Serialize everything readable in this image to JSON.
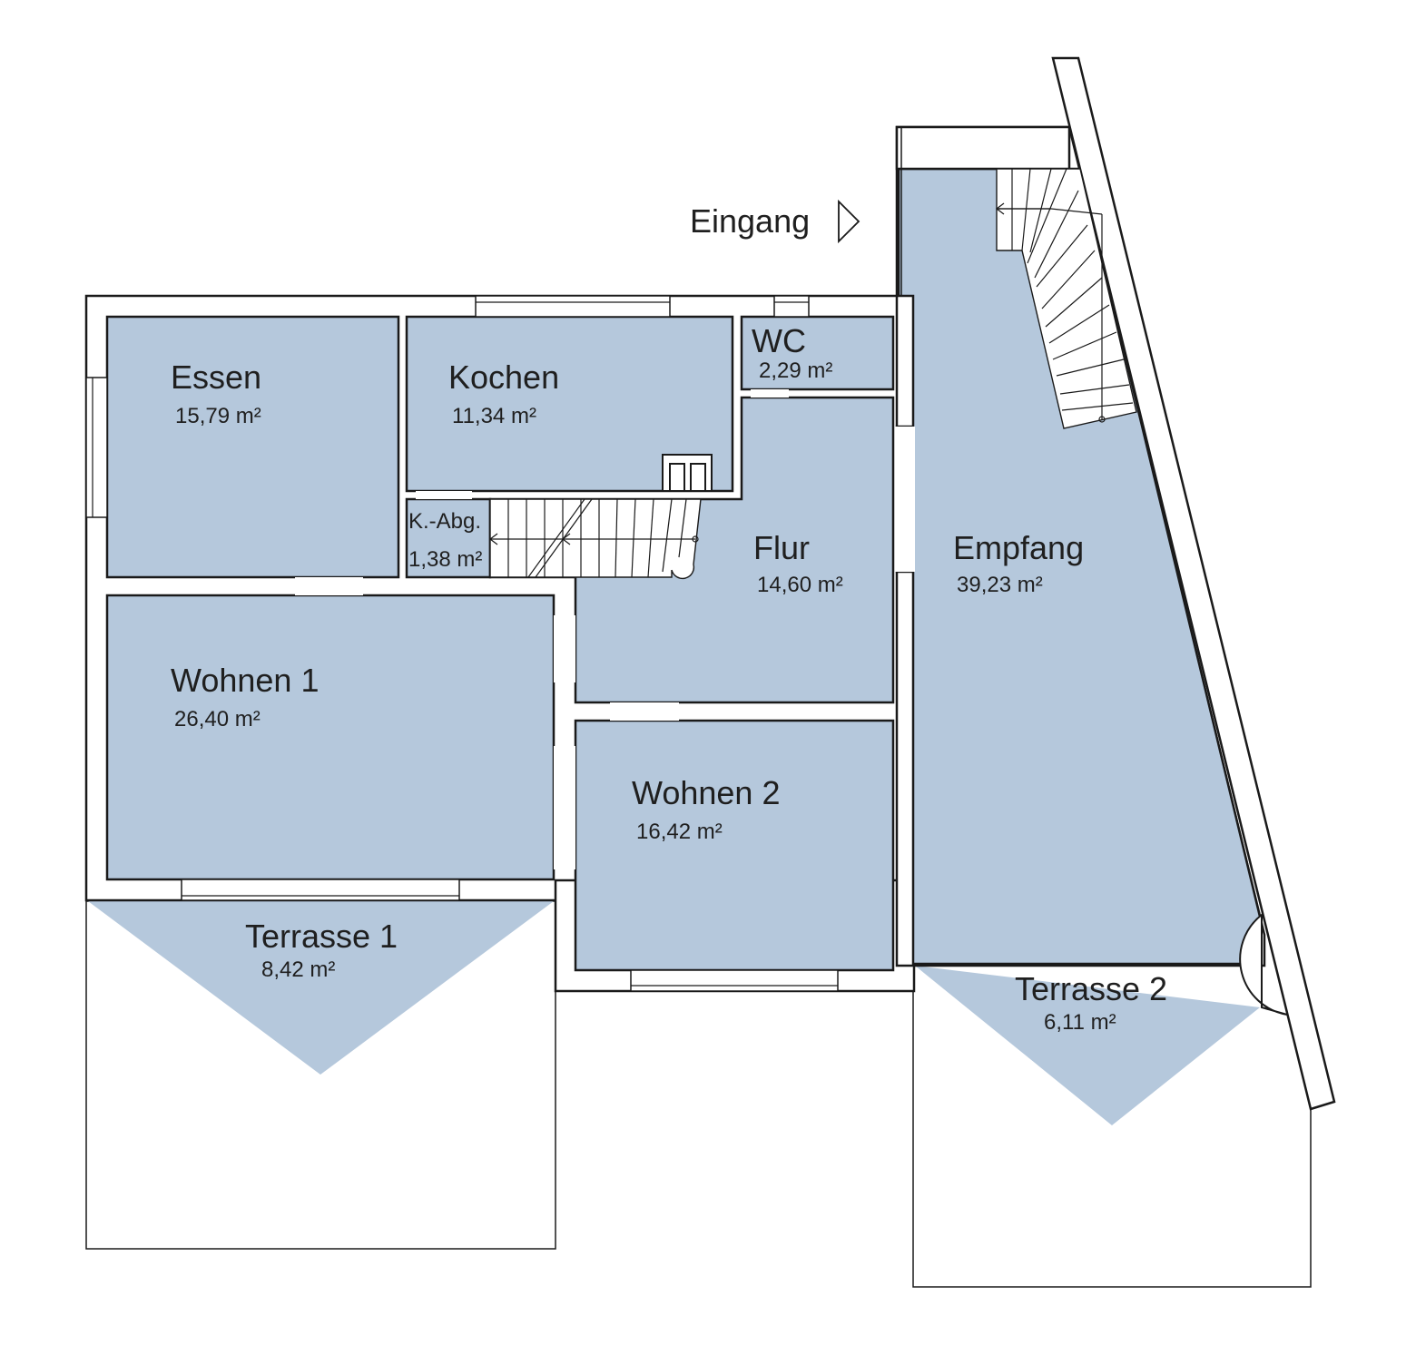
{
  "colors": {
    "room_fill": "#b5c8dc",
    "wall_fill": "#ffffff",
    "line": "#1a1a1a"
  },
  "entrance": {
    "label": "Eingang",
    "icon": "triangle-arrow-right-icon"
  },
  "rooms": {
    "essen": {
      "name": "Essen",
      "area": "15,79 m²"
    },
    "kochen": {
      "name": "Kochen",
      "area": "11,34 m²"
    },
    "wc": {
      "name": "WC",
      "area": "2,29 m²"
    },
    "kabg": {
      "name": "K.-Abg.",
      "area": "1,38 m²"
    },
    "flur": {
      "name": "Flur",
      "area": "14,60 m²"
    },
    "empfang": {
      "name": "Empfang",
      "area": "39,23 m²"
    },
    "wohnen1": {
      "name": "Wohnen 1",
      "area": "26,40 m²"
    },
    "wohnen2": {
      "name": "Wohnen 2",
      "area": "16,42 m²"
    },
    "terrasse1": {
      "name": "Terrasse 1",
      "area": "8,42 m²"
    },
    "terrasse2": {
      "name": "Terrasse 2",
      "area": "6,11 m²"
    }
  }
}
